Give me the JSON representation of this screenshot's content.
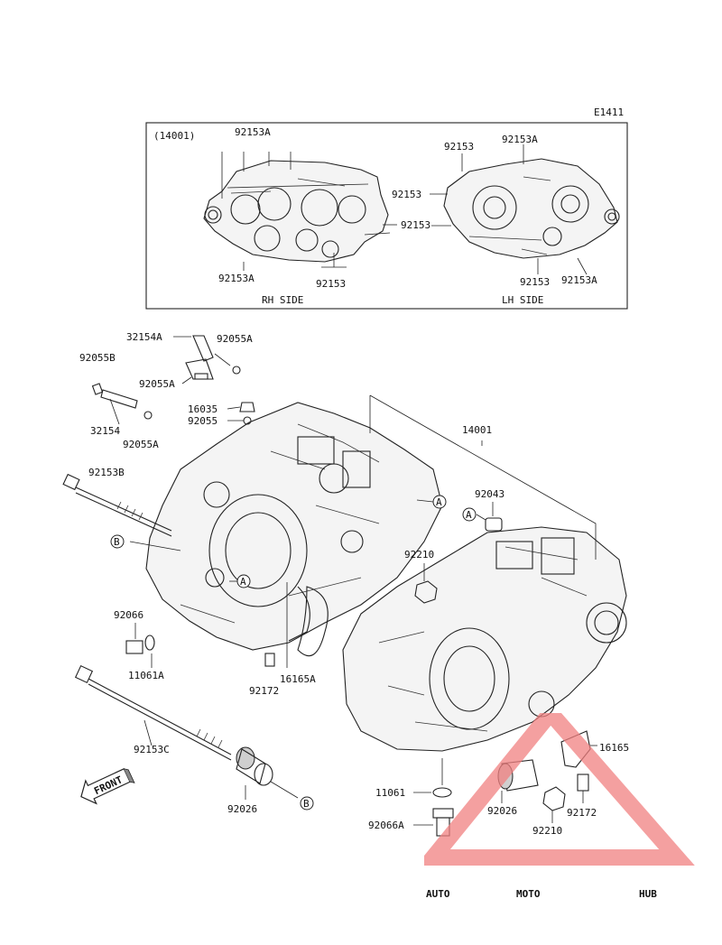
{
  "diagram_code": "E1411",
  "inset": {
    "group_label": "(14001)",
    "rh_side_label": "RH SIDE",
    "lh_side_label": "LH SIDE",
    "rh_callouts": [
      "92153A",
      "92153A",
      "92153"
    ],
    "lh_callouts": [
      "92153",
      "92153A",
      "92153",
      "92153",
      "92153",
      "92153A"
    ]
  },
  "parts": {
    "p32154A": "32154A",
    "p92055A_top": "92055A",
    "p92055B": "92055B",
    "p92055A_mid": "92055A",
    "p16035": "16035",
    "p92055": "92055",
    "p32154": "32154",
    "p92055A_low": "92055A",
    "p14001": "14001",
    "p92153B": "92153B",
    "p92043": "92043",
    "p92210_top": "92210",
    "p92066": "92066",
    "p11061A": "11061A",
    "p92172_left": "92172",
    "p16165A": "16165A",
    "p92153C": "92153C",
    "p16165": "16165",
    "p92026_left": "92026",
    "p11061": "11061",
    "p92026_right": "92026",
    "p92172_right": "92172",
    "p92210_bottom": "92210",
    "p92066A": "92066A"
  },
  "ref_markers": {
    "a1": "A",
    "a2": "A",
    "a3": "A",
    "b1": "B",
    "b2": "B"
  },
  "front_arrow": "FRONT",
  "watermark": {
    "text_auto": "AUTO",
    "text_moto": "MOTO",
    "text_hub": "HUB",
    "color_auto": "#f5b041",
    "color_moto": "#e74c3c",
    "color_hub": "#8a8a8a",
    "triangle_color": "#f08080"
  }
}
